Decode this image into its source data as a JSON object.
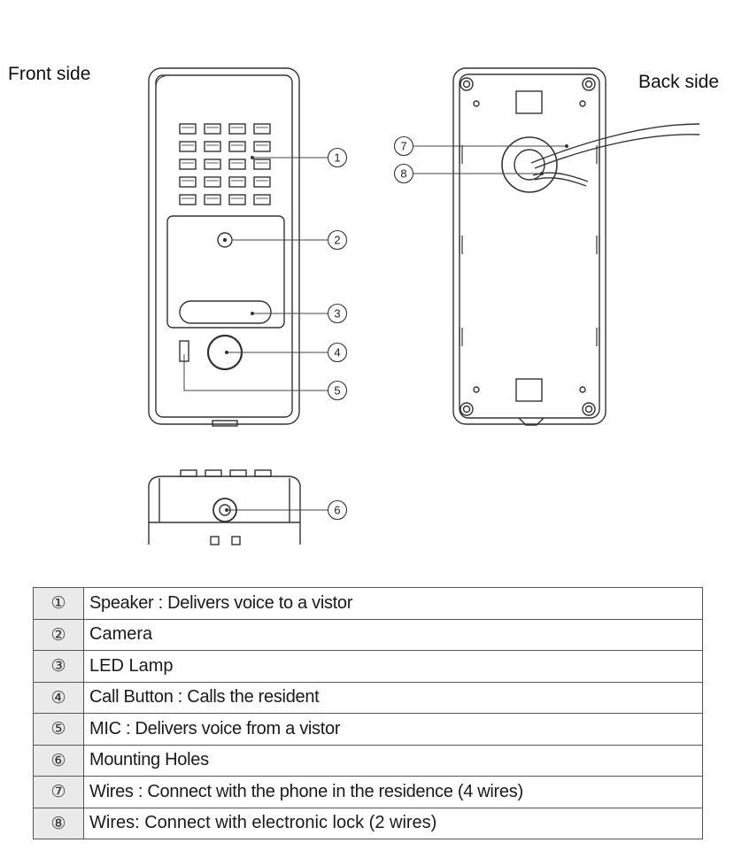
{
  "labels": {
    "front": "Front side",
    "back": "Back side"
  },
  "callouts": [
    "1",
    "2",
    "3",
    "4",
    "5",
    "6",
    "7",
    "8"
  ],
  "legend": [
    {
      "symbol": "①",
      "text": "Speaker : Delivers voice to a vistor"
    },
    {
      "symbol": "②",
      "text": "Camera"
    },
    {
      "symbol": "③",
      "text": "LED Lamp"
    },
    {
      "symbol": "④",
      "text": "Call Button : Calls the resident"
    },
    {
      "symbol": "⑤",
      "text": "MIC : Delivers voice from a vistor"
    },
    {
      "symbol": "⑥",
      "text": "Mounting Holes"
    },
    {
      "symbol": "⑦",
      "text": "Wires : Connect with the phone in the residence (4 wires)"
    },
    {
      "symbol": "⑧",
      "text": "Wires: Connect with electronic lock (2 wires)"
    }
  ]
}
